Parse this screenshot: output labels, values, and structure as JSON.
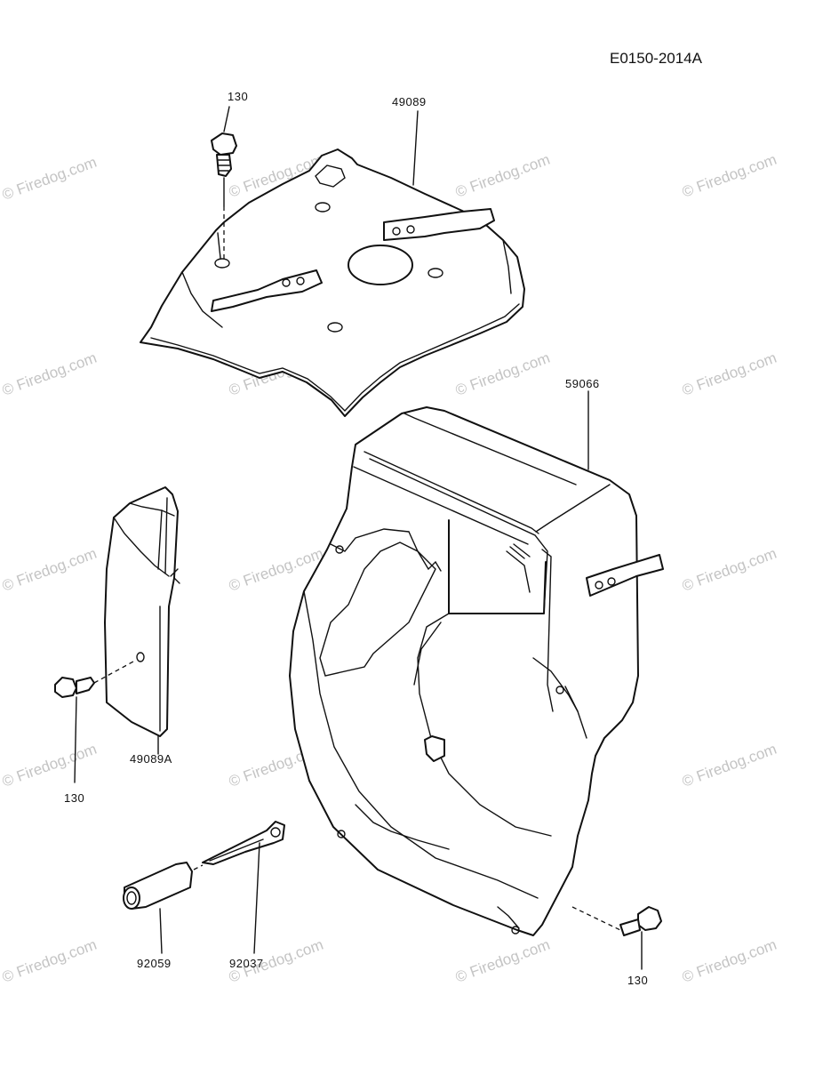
{
  "diagram_code": "E0150-2014A",
  "watermark": "© Firedog.com",
  "parts": {
    "bolt_top": "130",
    "cover_top": "49089",
    "housing": "59066",
    "baffle": "49089A",
    "bolt_left": "130",
    "spacer": "92059",
    "pin": "92037",
    "bolt_bottom": "130"
  }
}
